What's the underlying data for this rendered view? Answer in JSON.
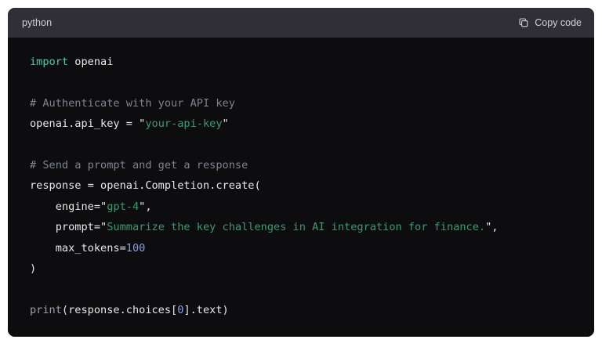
{
  "header": {
    "language_label": "python",
    "copy_button_label": "Copy code",
    "copy_icon": "copy-icon"
  },
  "colors": {
    "page_background": "#ffffff",
    "card_background": "#0d0d0f",
    "header_background": "#2f2f35",
    "header_text": "#d2d2d6",
    "code_default": "#e9e9ea",
    "code_keyword": "#4ec9a7",
    "code_comment": "#7d8590",
    "code_string": "#3d9970",
    "code_number": "#8a9ee0",
    "code_builtin": "#9aa0ab"
  },
  "code": {
    "language": "python",
    "lines": [
      [
        {
          "t": "import",
          "c": "keyword"
        },
        {
          "t": " openai",
          "c": "default"
        }
      ],
      [],
      [
        {
          "t": "# Authenticate with your API key",
          "c": "comment"
        }
      ],
      [
        {
          "t": "openai.api_key = ",
          "c": "default"
        },
        {
          "t": "\"",
          "c": "punct"
        },
        {
          "t": "your-api-key",
          "c": "string"
        },
        {
          "t": "\"",
          "c": "punct"
        }
      ],
      [],
      [
        {
          "t": "# Send a prompt and get a response",
          "c": "comment"
        }
      ],
      [
        {
          "t": "response = openai.Completion.create(",
          "c": "default"
        }
      ],
      [
        {
          "t": "    engine=",
          "c": "default"
        },
        {
          "t": "\"",
          "c": "punct"
        },
        {
          "t": "gpt-4",
          "c": "string"
        },
        {
          "t": "\"",
          "c": "punct"
        },
        {
          "t": ",",
          "c": "default"
        }
      ],
      [
        {
          "t": "    prompt=",
          "c": "default"
        },
        {
          "t": "\"",
          "c": "punct"
        },
        {
          "t": "Summarize the key challenges in AI integration for finance.",
          "c": "string"
        },
        {
          "t": "\"",
          "c": "punct"
        },
        {
          "t": ",",
          "c": "default"
        }
      ],
      [
        {
          "t": "    max_tokens=",
          "c": "default"
        },
        {
          "t": "100",
          "c": "number"
        }
      ],
      [
        {
          "t": ")",
          "c": "default"
        }
      ],
      [],
      [
        {
          "t": "print",
          "c": "builtin"
        },
        {
          "t": "(response.choices[",
          "c": "default"
        },
        {
          "t": "0",
          "c": "number"
        },
        {
          "t": "].text)",
          "c": "default"
        }
      ]
    ]
  }
}
